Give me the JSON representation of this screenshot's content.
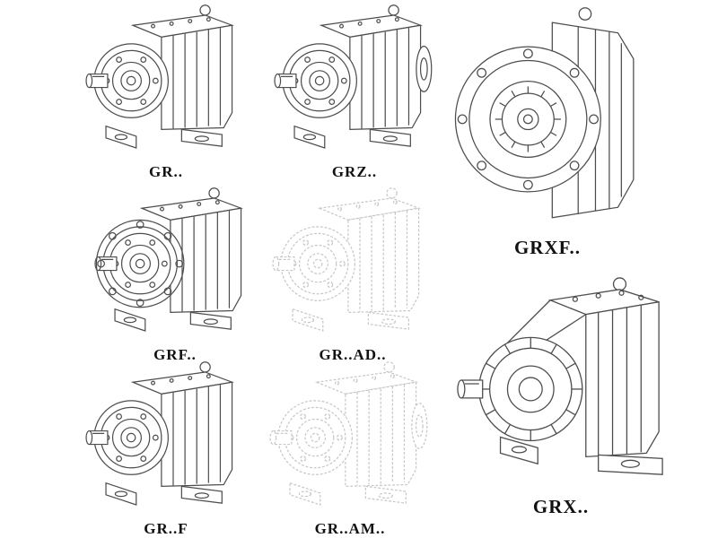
{
  "page": {
    "background_color": "#ffffff",
    "line_color": "#4d4d4d",
    "ghost_line_color": "#c6c6c6"
  },
  "figures": [
    {
      "id": "gr",
      "label": "GR..",
      "style": "solid",
      "drawing": "foot-mounted-helical-gearbox-iso"
    },
    {
      "id": "grz",
      "label": "GRZ..",
      "style": "solid",
      "drawing": "foot-mounted-helical-gearbox-iso"
    },
    {
      "id": "grxf",
      "label": "GRXF..",
      "style": "solid",
      "drawing": "flange-mounted-gearbox-front"
    },
    {
      "id": "grf",
      "label": "GRF..",
      "style": "solid",
      "drawing": "flange-foot-gearbox-iso"
    },
    {
      "id": "gr-ad",
      "label": "GR..AD..",
      "style": "ghost",
      "drawing": "gearbox-with-input-adapter-iso"
    },
    {
      "id": "grx",
      "label": "GRX..",
      "style": "solid",
      "drawing": "large-foot-mounted-gearbox-iso"
    },
    {
      "id": "gr-f",
      "label": "GR..F",
      "style": "solid",
      "drawing": "foot-mounted-helical-gearbox-iso"
    },
    {
      "id": "gr-am",
      "label": "GR..AM..",
      "style": "ghost",
      "drawing": "gearbox-with-output-flange-iso"
    }
  ]
}
